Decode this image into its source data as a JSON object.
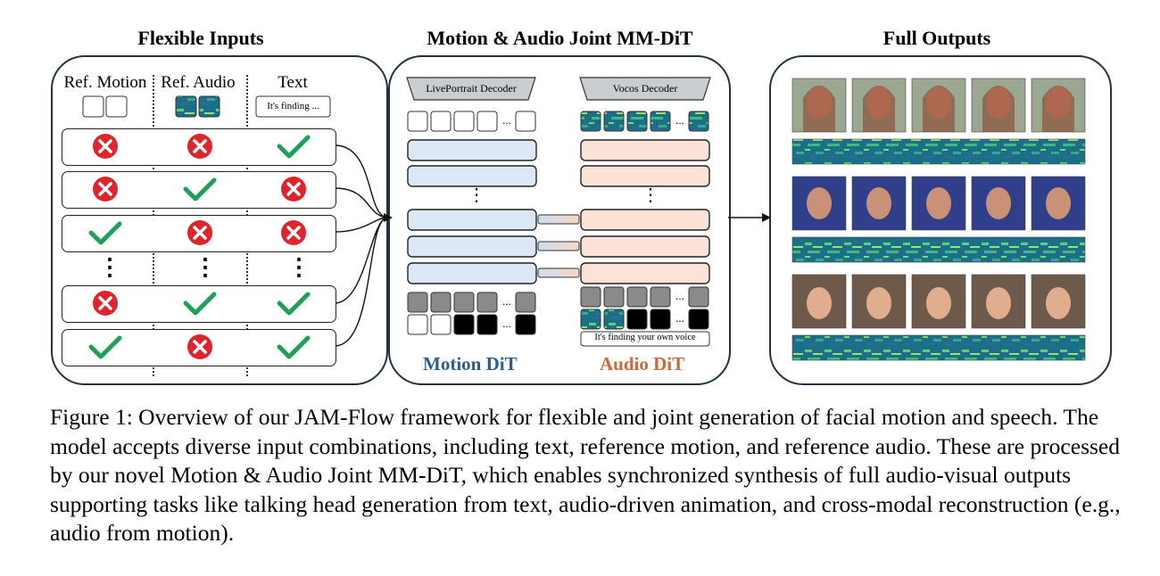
{
  "figure": {
    "inputs_title": "Flexible Inputs",
    "model_title": "Motion & Audio Joint MM-DiT",
    "outputs_title": "Full Outputs",
    "columns": [
      "Ref. Motion",
      "Ref. Audio",
      "Text"
    ],
    "text_input_sample": "It's finding ...",
    "rows": [
      [
        "cross",
        "cross",
        "check"
      ],
      [
        "cross",
        "check",
        "cross"
      ],
      [
        "check",
        "cross",
        "cross"
      ],
      [
        "cross",
        "check",
        "check"
      ],
      [
        "check",
        "cross",
        "check"
      ]
    ],
    "vertical_ellipsis": "⋮",
    "motion_decoder": "LivePortrait Decoder",
    "audio_decoder": "Vocos Decoder",
    "audio_text_input": "It's finding your own voice",
    "motion_dit_label": "Motion DiT",
    "audio_dit_label": "Audio DiT",
    "ellipsis": "...",
    "colors": {
      "panel_border": "#1f3345",
      "motion_block": "#dce8f5",
      "audio_block": "#fde3d7",
      "motion_label": "#2d5d93",
      "audio_label": "#c96a3c",
      "check": "#1ea05a",
      "cross": "#e0242c"
    }
  },
  "caption": "Figure 1: Overview of our JAM-Flow framework for flexible and joint generation of facial motion and speech. The model accepts diverse input combinations, including text, reference motion, and reference audio. These are processed by our novel Motion & Audio Joint MM-DiT, which enables synchronized synthesis of full audio-visual outputs supporting tasks like talking head generation from text, audio-driven animation, and cross-modal reconstruction (e.g., audio from motion)."
}
